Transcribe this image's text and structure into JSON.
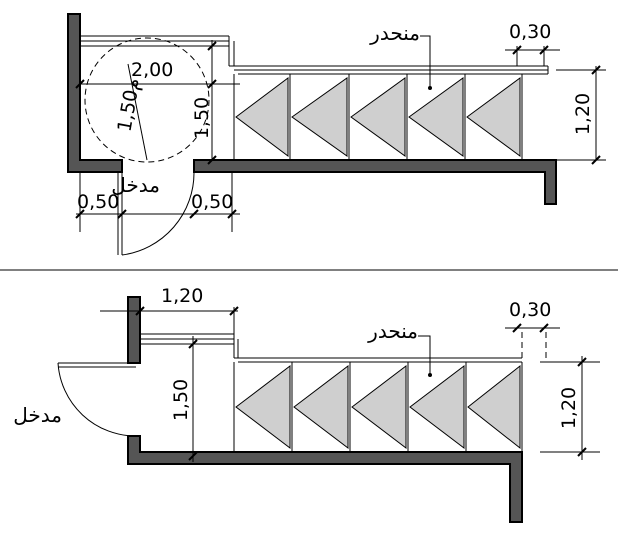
{
  "top_plan": {
    "ramp_label": "منحدر",
    "entrance_label": "مدخل",
    "dim_rail_offset": "0,30",
    "dim_ramp_width": "1,20",
    "dim_landing_length": "2,00",
    "dim_landing_width": "1,50",
    "dim_turning_circle": "1,50م",
    "dim_left_clear": "0,50",
    "dim_right_clear": "0,50"
  },
  "bottom_plan": {
    "ramp_label": "منحدر",
    "entrance_label": "مدخل",
    "dim_rail_offset": "0,30",
    "dim_ramp_width": "1,20",
    "dim_landing_length": "1,20",
    "dim_landing_width": "1,50"
  }
}
